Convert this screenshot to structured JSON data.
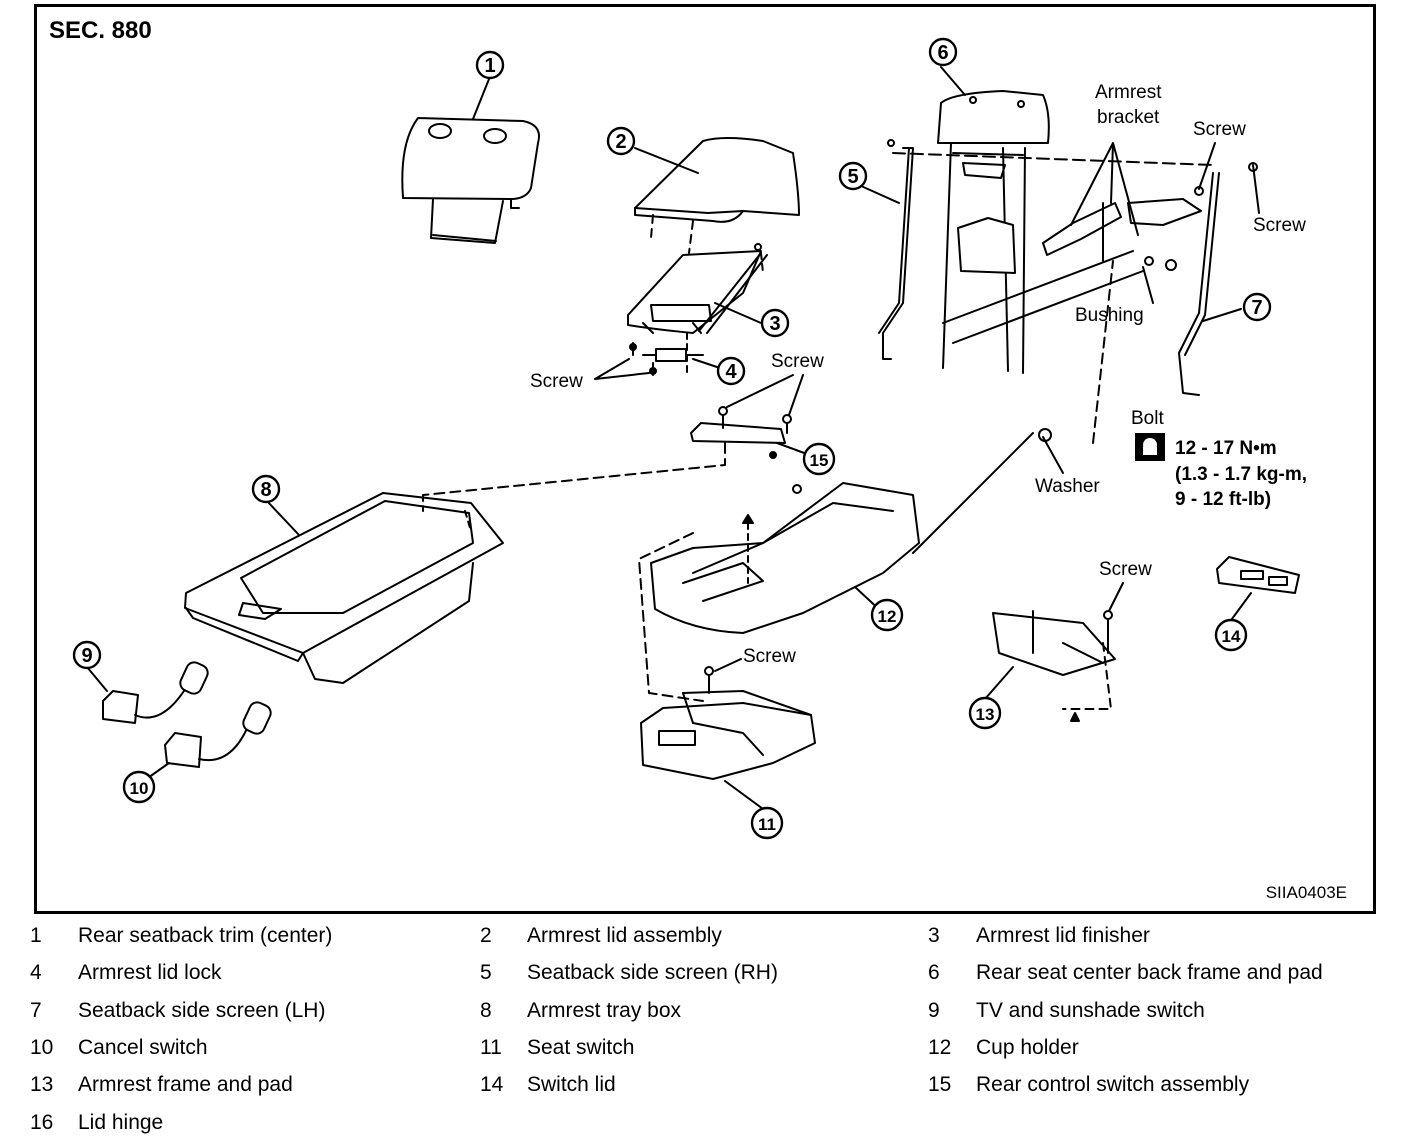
{
  "section_title": "SEC. 880",
  "figure_code": "SIIA0403E",
  "callouts": [
    "1",
    "2",
    "3",
    "4",
    "5",
    "6",
    "7",
    "8",
    "9",
    "10",
    "11",
    "12",
    "13",
    "14",
    "15"
  ],
  "labels": {
    "armrest": "Armrest",
    "bracket": "bracket",
    "screw": "Screw",
    "bushing": "Bushing",
    "bolt": "Bolt",
    "washer": "Washer"
  },
  "torque": {
    "line1": "12 - 17 N•m",
    "line2": "(1.3 - 1.7 kg-m,",
    "line3": "9 - 12 ft-lb)"
  },
  "legend": [
    {
      "num": "1",
      "name": "Rear seatback trim (center)"
    },
    {
      "num": "2",
      "name": "Armrest lid assembly"
    },
    {
      "num": "3",
      "name": "Armrest lid finisher"
    },
    {
      "num": "4",
      "name": "Armrest lid lock"
    },
    {
      "num": "5",
      "name": "Seatback side screen (RH)"
    },
    {
      "num": "6",
      "name": "Rear seat center back frame and pad"
    },
    {
      "num": "7",
      "name": "Seatback side screen (LH)"
    },
    {
      "num": "8",
      "name": "Armrest tray box"
    },
    {
      "num": "9",
      "name": "TV and sunshade switch"
    },
    {
      "num": "10",
      "name": "Cancel switch"
    },
    {
      "num": "11",
      "name": "Seat switch"
    },
    {
      "num": "12",
      "name": "Cup holder"
    },
    {
      "num": "13",
      "name": "Armrest frame and pad"
    },
    {
      "num": "14",
      "name": "Switch lid"
    },
    {
      "num": "15",
      "name": "Rear control switch assembly"
    },
    {
      "num": "16",
      "name": "Lid hinge"
    }
  ]
}
